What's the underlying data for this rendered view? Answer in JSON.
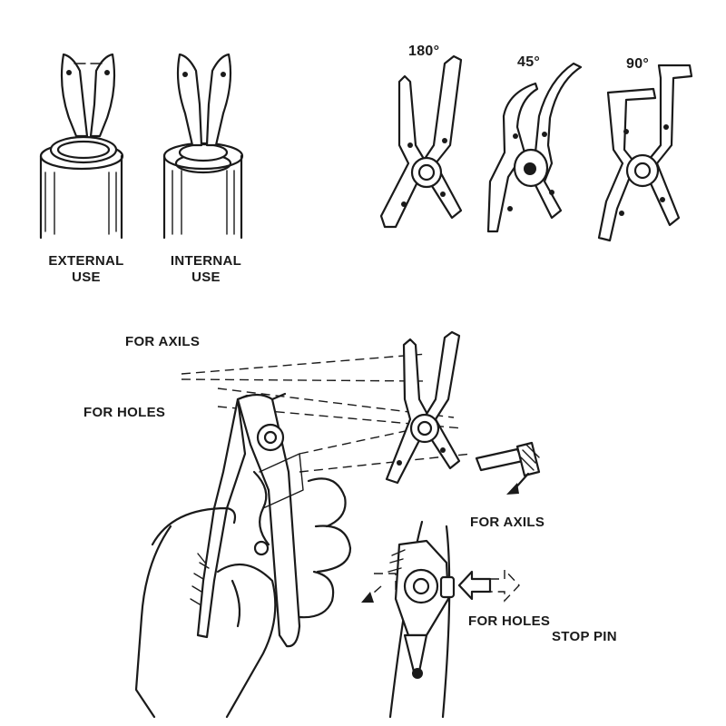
{
  "labels": {
    "external_use": [
      "EXTERNAL",
      "USE"
    ],
    "internal_use": [
      "INTERNAL",
      "USE"
    ],
    "angle_180": "180°",
    "angle_45": "45°",
    "angle_90": "90°",
    "for_axils_top": "FOR AXILS",
    "for_holes_top": "FOR HOLES",
    "for_axils_bottom": "FOR AXILS",
    "for_holes_bottom": "FOR HOLES",
    "stop_pin": "STOP PIN"
  },
  "colors": {
    "ink": "#1a1a1a",
    "background": "#ffffff"
  }
}
